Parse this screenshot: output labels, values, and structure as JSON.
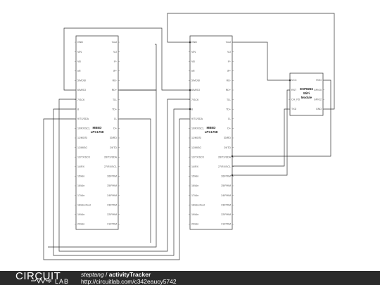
{
  "left_chip": {
    "title_line1": "MBED",
    "title_line2": "LPC1768",
    "left_pins": [
      "GND",
      "VIN",
      "VB",
      "nR",
      "5/MOSI",
      "6/MISO",
      "7/SCK",
      "8",
      "9/TX/SDA",
      "10/RX/SCL",
      "11/MOSI",
      "12/MISO",
      "13/TX/SCK",
      "14/RX",
      "15/AIn",
      "16/AIn",
      "17/AIn",
      "18/AIn/Aout",
      "19/AIn",
      "20/AIn"
    ],
    "right_pins": [
      "Vout",
      "VU",
      "IF-",
      "IF+",
      "RD-",
      "RD+",
      "TD-",
      "TD+",
      "D-",
      "D+",
      "30/RD",
      "29/TD",
      "28/TX/SDA",
      "27/RX/SCL",
      "26/PWM",
      "25/PWM",
      "24/PWM",
      "23/PWM",
      "22/PWM",
      "21/PWM"
    ]
  },
  "right_chip": {
    "title_line1": "MBED",
    "title_line2": "LPC1768",
    "left_pins": [
      "GND",
      "VIN",
      "VB",
      "nR",
      "5/MOSI",
      "6/MISO",
      "7/SCK",
      "8",
      "9/TX/SDA",
      "10/RX/SCL",
      "11/MOSI",
      "12/MISO",
      "13/TX/SCK",
      "14/RX",
      "15/AIn",
      "16/AIn",
      "17/AIn",
      "18/AIn/Aout",
      "19/AIn",
      "20/AIn"
    ],
    "right_pins": [
      "Vout",
      "VU",
      "IF-",
      "IF+",
      "RD-",
      "RD+",
      "TD-",
      "TD+",
      "D-",
      "D+",
      "30/RD",
      "29/TD",
      "28/TX/SDA",
      "27/RX/SCL",
      "26/PWM",
      "25/PWM",
      "24/PWM",
      "23/PWM",
      "22/PWM",
      "21/PWM"
    ]
  },
  "wifi_module": {
    "title_line1": "ESP8266",
    "title_line2": "WiFi",
    "title_line3": "Module",
    "left_pins": [
      "VCC",
      "RST",
      "CH_PD",
      "TXD"
    ],
    "right_pins": [
      "RXD",
      "GPIO0",
      "GPIO2",
      "GND"
    ]
  },
  "footer": {
    "logo_main": "CIRCUIT",
    "logo_sub": "LAB",
    "author": "steptang",
    "separator": " / ",
    "title": "activityTracker",
    "url": "http://circuitlab.com/c342eaucy5742"
  },
  "colors": {
    "footer_bg": "#2b2b2b",
    "wire": "#333333",
    "chip_border": "#444444"
  }
}
